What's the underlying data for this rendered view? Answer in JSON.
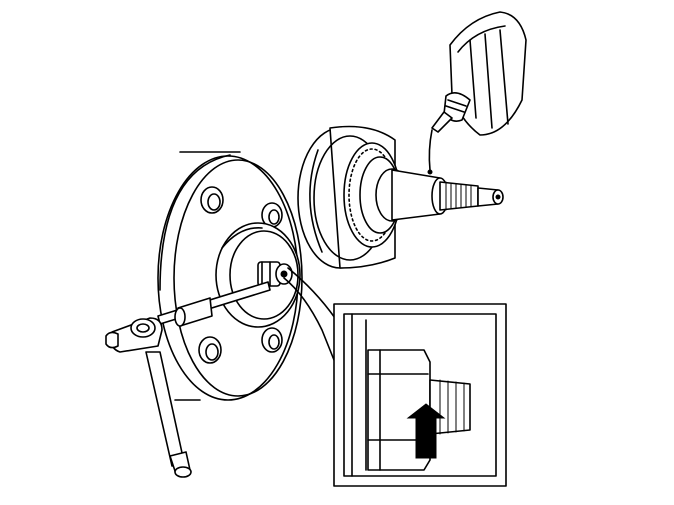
{
  "figure": {
    "components": [
      "wheel-hub-flange",
      "bearing-housing",
      "abs-tone-ring",
      "drive-shaft-stub",
      "thread-lock-bottle",
      "ratchet-wrench",
      "hub-nut",
      "detail-inset"
    ],
    "icons": [
      "arrow-up-icon"
    ],
    "colors": {
      "ink": "#000000",
      "paper": "#ffffff"
    }
  }
}
